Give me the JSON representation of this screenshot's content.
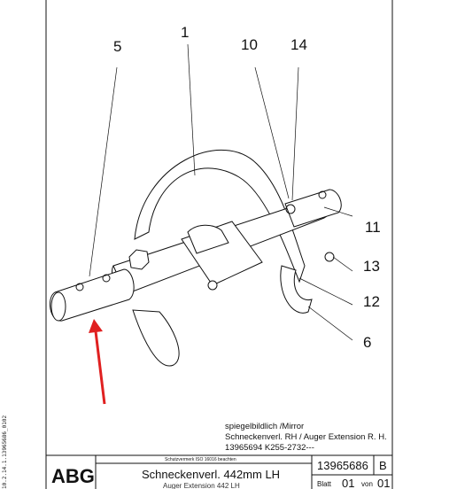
{
  "callouts": {
    "c1": "1",
    "c5": "5",
    "c10": "10",
    "c14": "14",
    "c11": "11",
    "c13": "13",
    "c12": "12",
    "c6": "6"
  },
  "mirror_note": {
    "line1": "spiegelbildlich /Mirror",
    "line2": "Schneckenverl. RH / Auger Extension R. H.",
    "line3": "13965694  K255-2732---"
  },
  "title_block": {
    "logo": "ABG",
    "protection_note": "Schutzvermerk ISO 16016 beachten",
    "title_de": "Schneckenverl. 442mm LH",
    "title_en": "Auger Extension 442 LH",
    "part_number": "13965686",
    "revision": "B",
    "sheet_label": "Blatt",
    "sheet_number": "01",
    "of_label": "von",
    "sheet_total": "01"
  },
  "side_code": "10.2.14.1.13965686_0102",
  "colors": {
    "line": "#111111",
    "arrow": "#e02020",
    "background": "#ffffff"
  }
}
